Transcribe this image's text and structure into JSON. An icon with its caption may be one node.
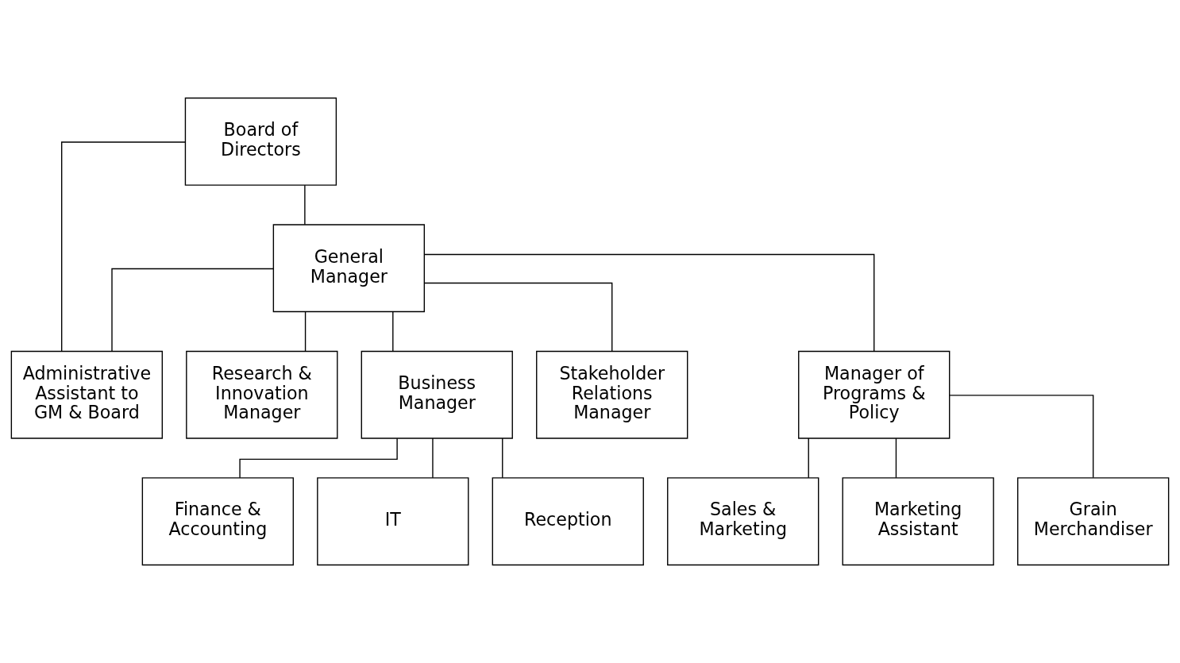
{
  "diagram": {
    "nodes": [
      {
        "text": [
          "Board of Directors"
        ]
      },
      {
        "text": [
          "General Manager"
        ]
      },
      {
        "text": [
          "Administrative Assistant to GM & Board"
        ]
      },
      {
        "text": [
          "Research & Innovation Manager"
        ]
      },
      {
        "text": [
          "Business Manager"
        ]
      },
      {
        "text": [
          "Stakeholder Relations Manager"
        ]
      },
      {
        "text": [
          "Manager of Programs & Policy"
        ]
      },
      {
        "text": [
          "Finance & Accounting"
        ]
      },
      {
        "text": [
          "IT"
        ]
      },
      {
        "text": [
          "Reception"
        ]
      },
      {
        "text": [
          "Sales & Marketing"
        ]
      },
      {
        "text": [
          "Marketing Assistant"
        ]
      },
      {
        "text": [
          "Grain Merchandiser"
        ]
      }
    ],
    "edges": [
      {
        "from": 0,
        "to": 1,
        "arrow": "none"
      },
      {
        "from": 0,
        "to": 2,
        "arrow": "none"
      },
      {
        "from": 1,
        "to": 2,
        "arrow": "none"
      },
      {
        "from": 1,
        "to": 3,
        "arrow": "none"
      },
      {
        "from": 1,
        "to": 4,
        "arrow": "none"
      },
      {
        "from": 1,
        "to": 5,
        "arrow": "none"
      },
      {
        "from": 1,
        "to": 6,
        "arrow": "none"
      },
      {
        "from": 4,
        "to": 7,
        "arrow": "none"
      },
      {
        "from": 4,
        "to": 8,
        "arrow": "none"
      },
      {
        "from": 4,
        "to": 9,
        "arrow": "none"
      },
      {
        "from": 6,
        "to": 10,
        "arrow": "none"
      },
      {
        "from": 6,
        "to": 11,
        "arrow": "none"
      },
      {
        "from": 6,
        "to": 12,
        "arrow": "none"
      }
    ]
  }
}
